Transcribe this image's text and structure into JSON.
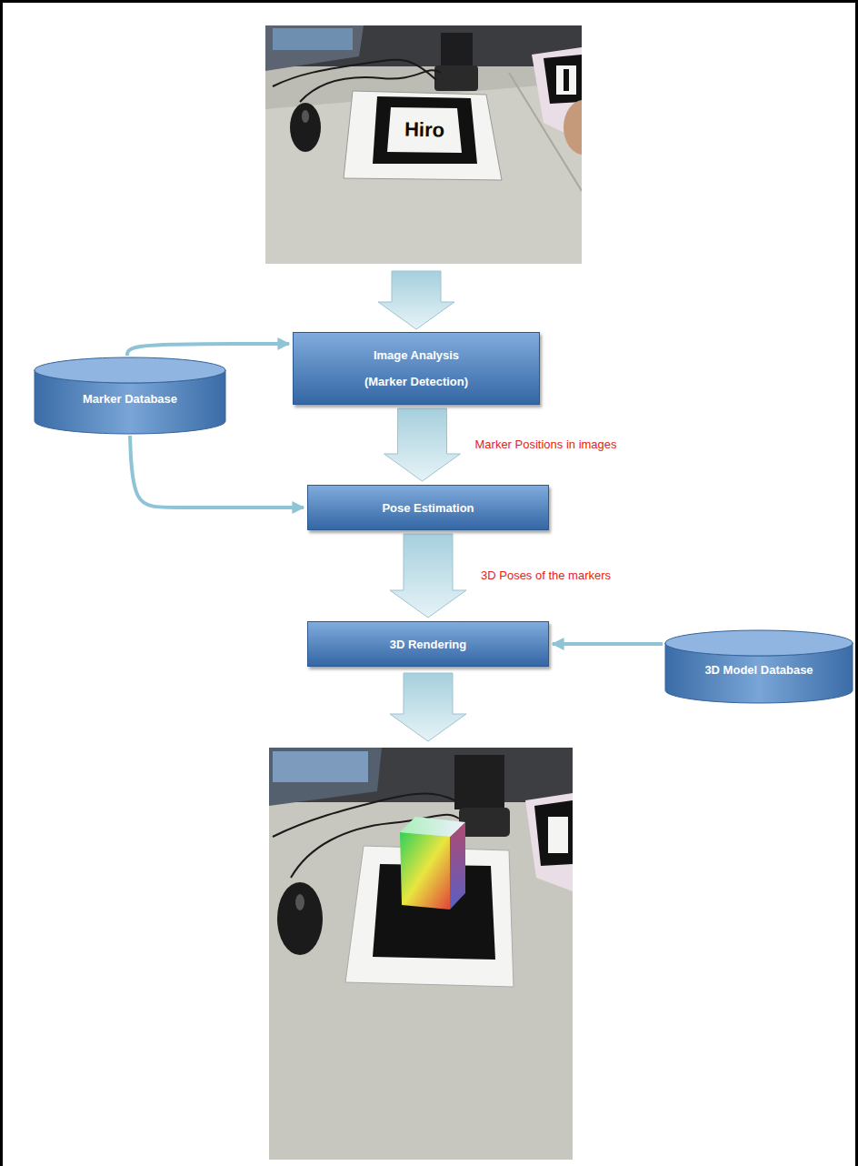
{
  "diagram": {
    "nodes": [
      {
        "text": [
          "Image Analysis",
          "(Marker Detection)"
        ]
      },
      {
        "text": [
          "Marker Database"
        ]
      },
      {
        "text": [
          "Pose Estimation"
        ]
      },
      {
        "text": [
          "3D Rendering"
        ]
      },
      {
        "text": [
          "3D Model Database"
        ]
      }
    ],
    "edges": [
      {
        "from": 1,
        "to": 0,
        "arrow": "to"
      },
      {
        "from": 0,
        "to": 2,
        "label": "Marker Positions in images",
        "arrow": "to"
      },
      {
        "from": 1,
        "to": 2,
        "arrow": "to"
      },
      {
        "from": 2,
        "to": 3,
        "label": "3D Poses of the markers",
        "arrow": "to"
      },
      {
        "from": 4,
        "to": 3,
        "arrow": "to"
      }
    ],
    "labels": [
      "Hiro"
    ]
  }
}
